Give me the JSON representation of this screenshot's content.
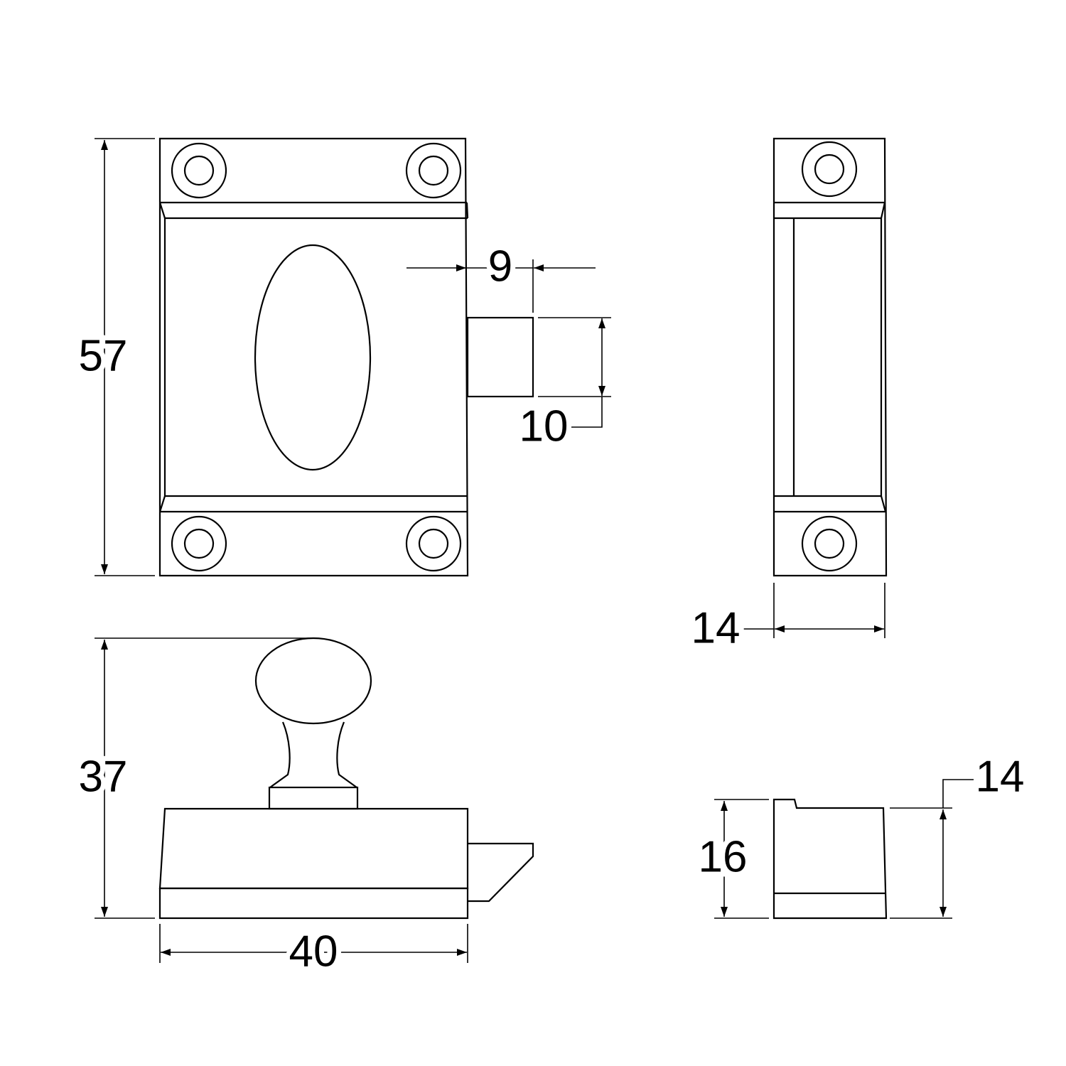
{
  "colors": {
    "line": "#000000",
    "background": "#ffffff"
  },
  "dimensions": {
    "front_height": "57",
    "bolt_projection": "9",
    "bolt_height": "10",
    "side_width": "14",
    "overall_depth": "37",
    "body_width": "40",
    "end_height": "16",
    "end_body_height": "14"
  }
}
